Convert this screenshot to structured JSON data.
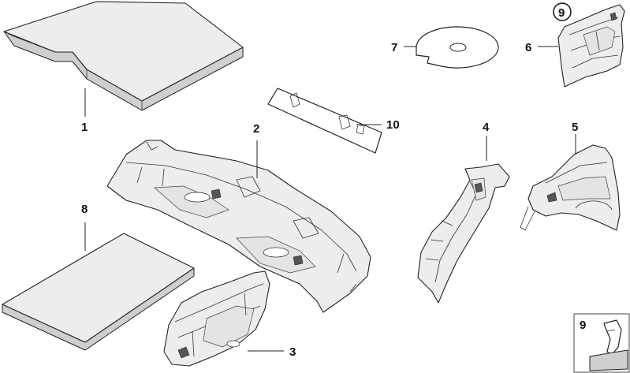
{
  "callouts": {
    "c1": "1",
    "c2": "2",
    "c3": "3",
    "c4": "4",
    "c5": "5",
    "c6": "6",
    "c7": "7",
    "c8": "8",
    "c9_circle": "9",
    "c10": "10",
    "c9_box": "9"
  }
}
